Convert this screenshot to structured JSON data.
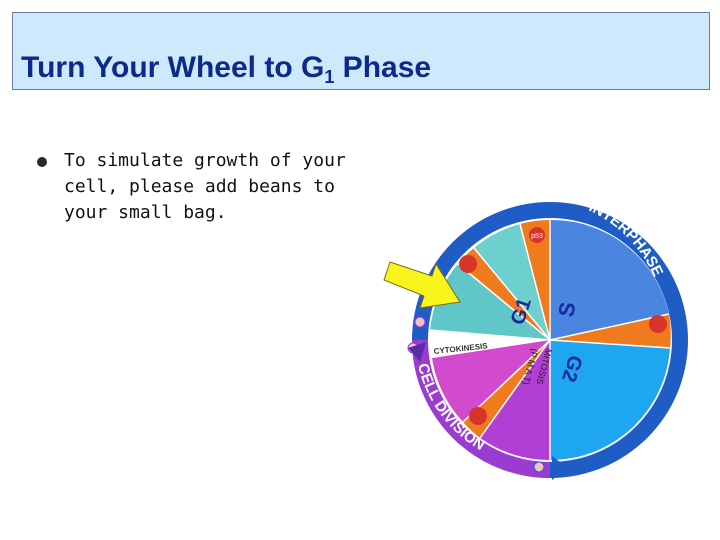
{
  "slide": {
    "title": {
      "prefix": "Turn Your Wheel to G",
      "subscript": "1",
      "suffix": " Phase"
    },
    "bullet_text": "To simulate growth of your cell, please add beans to your small bag."
  },
  "wheel": {
    "labels": {
      "interphase": "INTERPHASE",
      "cell_division": "CELL DIVISION",
      "s": "S",
      "g1": "G1",
      "g2": "G2",
      "cytokinesis": "CYTOKINESIS",
      "mitosis": "MITOSIS",
      "pmat": "(P M A T)",
      "p53": "p53"
    },
    "colors": {
      "ring": "#1f5cc6",
      "interphase_ring": "#2d72d9",
      "division_ring": "#9a3ccf",
      "s_phase": "#4a86e0",
      "g2_phase": "#1ea6f0",
      "g1_phase": "#5fc7c8",
      "orange": "#f07a1e",
      "purple": "#b13fd6",
      "magenta": "#d24bcc",
      "arrow": "#f7f51c"
    }
  }
}
